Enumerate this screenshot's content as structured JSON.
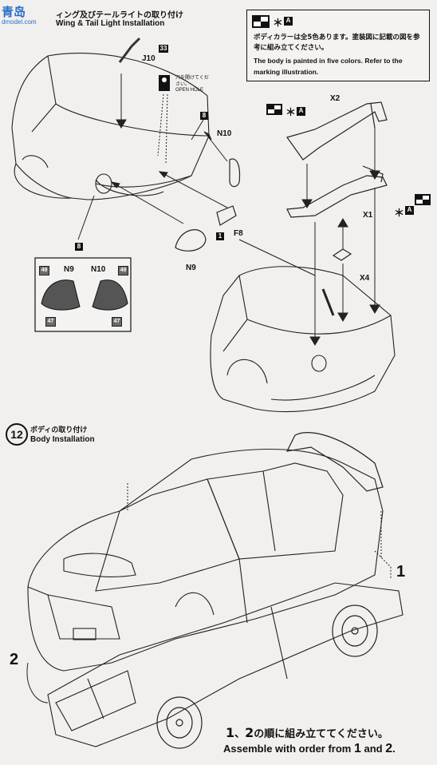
{
  "watermark": {
    "top": "青岛",
    "bottom": "dmodel.com"
  },
  "step11": {
    "title_jp": "ィング及びテールライトの取り付け",
    "title_en": "Wing & Tail Light Installation"
  },
  "note": {
    "ast": "＊",
    "label_a": "A",
    "jp": "ボディカラーは全5色あります。塗装図に記載の図を参考に組み立てください。",
    "en": "The body is painted in five colors. Refer to the marking illustration."
  },
  "hole": {
    "jp": "穴を開けてください。",
    "en": "OPEN HOLE"
  },
  "parts": {
    "j10": "J10",
    "n10": "N10",
    "n9": "N9",
    "f8": "F8",
    "x1": "X1",
    "x2": "X2",
    "x4": "X4",
    "n9_inset": "N9",
    "n10_inset": "N10"
  },
  "badges": {
    "b33": "33",
    "b8a": "8",
    "b8b": "8",
    "b1": "1",
    "b49a": "49",
    "b49b": "49",
    "b47a": "47",
    "b47b": "47",
    "ast_a1": "A",
    "ast_a2": "A"
  },
  "step12": {
    "number": "12",
    "title_jp": "ボディの取り付け",
    "title_en": "Body Installation",
    "call1": "1",
    "call2": "2"
  },
  "footer": {
    "jp_n1": "1",
    "jp_sep": "、",
    "jp_n2": "2",
    "jp_rest": "の順に組み立ててください。",
    "en_pre": "Assemble with order from ",
    "en_n1": "1",
    "en_mid": " and ",
    "en_n2": "2",
    "en_end": "."
  }
}
